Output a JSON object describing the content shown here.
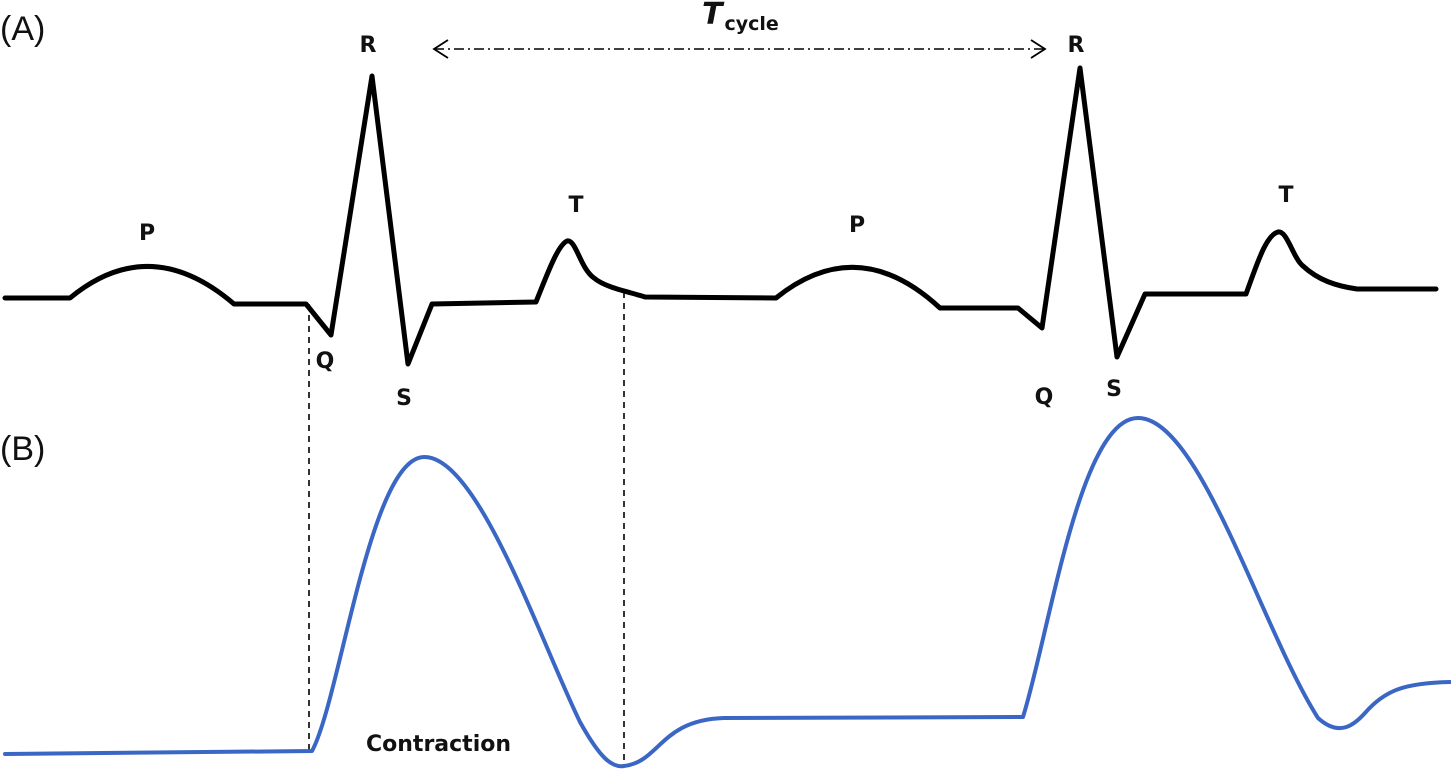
{
  "panels": {
    "a_label": "(A)",
    "b_label": "(B)"
  },
  "ecg": {
    "cycle_1": {
      "p": "P",
      "q": "Q",
      "r": "R",
      "s": "S",
      "t": "T"
    },
    "cycle_2": {
      "p": "P",
      "q": "Q",
      "r": "R",
      "s": "S",
      "t": "T"
    }
  },
  "cycle_interval": {
    "symbol": "T",
    "subscript": "cycle"
  },
  "mechanical": {
    "label": "Contraction"
  },
  "colors": {
    "ecg_trace": "#000000",
    "contraction_trace": "#3a66c4"
  }
}
